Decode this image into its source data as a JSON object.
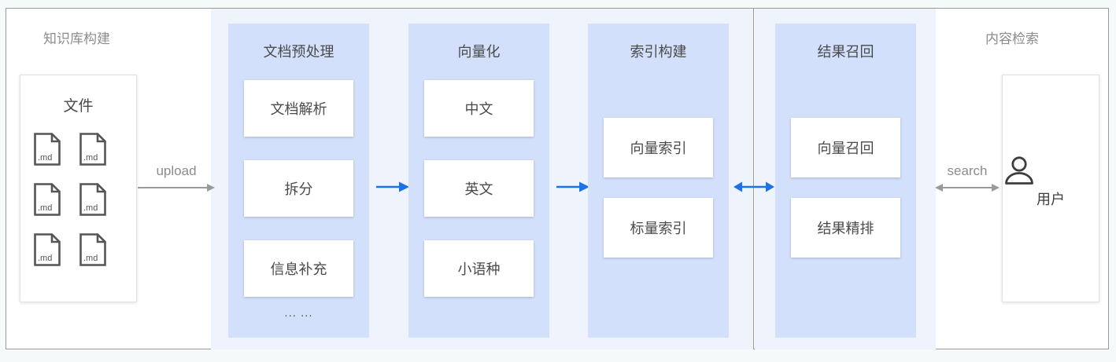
{
  "diagram": {
    "title_left": "知识库构建",
    "title_right": "内容检索",
    "colors": {
      "panel_bg": "#eff4fc",
      "column_bg": "#d3e0fb",
      "card_bg": "#ffffff",
      "accent_arrow": "#1a73e8",
      "gray_arrow": "#9a9a9a",
      "text": "#4a4a4a",
      "caption": "#8c8c8c"
    },
    "source_panel": {
      "title": "文件",
      "file_label": ".md",
      "file_count": 6
    },
    "columns": [
      {
        "id": "doc-preprocess",
        "title": "文档预处理",
        "cards": [
          "文档解析",
          "拆分",
          "信息补充"
        ],
        "footer": "... ..."
      },
      {
        "id": "vectorize",
        "title": "向量化",
        "cards": [
          "中文",
          "英文",
          "小语种"
        ],
        "footer": ""
      },
      {
        "id": "index-build",
        "title": "索引构建",
        "cards": [
          "向量索引",
          "标量索引"
        ],
        "footer": ""
      },
      {
        "id": "result-recall",
        "title": "结果召回",
        "cards": [
          "向量召回",
          "结果精排"
        ],
        "footer": ""
      }
    ],
    "connectors": [
      {
        "id": "upload",
        "label": "upload",
        "direction": "right",
        "color": "#9a9a9a"
      },
      {
        "id": "preprocess-to-vectorize",
        "label": "",
        "direction": "right",
        "color": "#1a73e8"
      },
      {
        "id": "vectorize-to-index",
        "label": "",
        "direction": "right",
        "color": "#1a73e8"
      },
      {
        "id": "index-to-recall",
        "label": "",
        "direction": "both",
        "color": "#1a73e8"
      },
      {
        "id": "search",
        "label": "search",
        "direction": "both",
        "color": "#9a9a9a"
      }
    ],
    "user_panel": {
      "label": "用户"
    }
  }
}
